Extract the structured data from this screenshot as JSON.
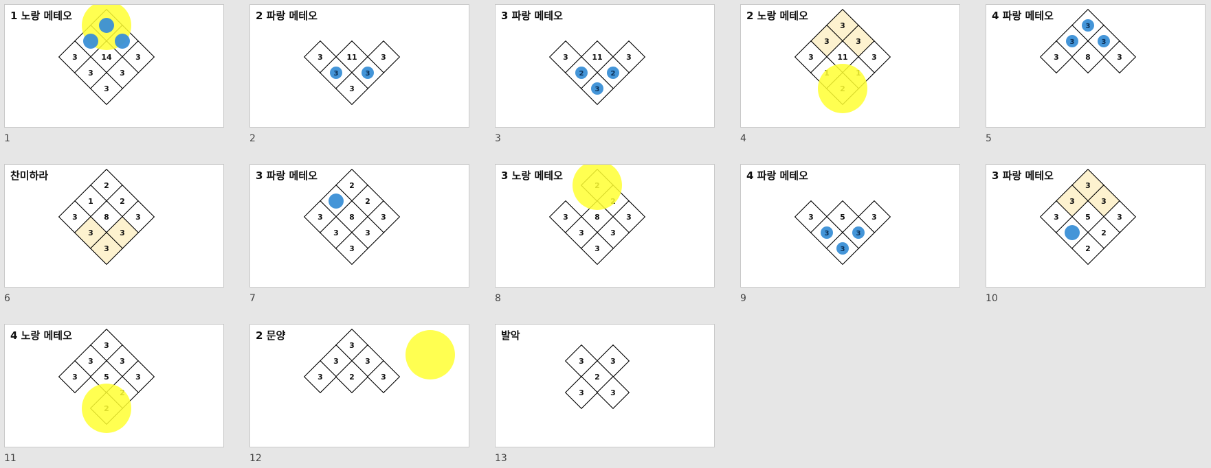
{
  "colors": {
    "background": "#e6e6e6",
    "slide": "#ffffff",
    "cell_highlight": "#fdf2cf",
    "yellow_meteor": "#ffff33",
    "blue_meteor": "#3a8fd6"
  },
  "slides": [
    {
      "number": "1",
      "title": "1 노랑 메테오",
      "cells": [
        {
          "id": "t",
          "value": ""
        },
        {
          "id": "ul",
          "value": ""
        },
        {
          "id": "ur",
          "value": ""
        },
        {
          "id": "l",
          "value": "3"
        },
        {
          "id": "c",
          "value": "14"
        },
        {
          "id": "r",
          "value": "3"
        },
        {
          "id": "dl",
          "value": "3"
        },
        {
          "id": "dr",
          "value": "3"
        },
        {
          "id": "b",
          "value": "3"
        }
      ],
      "meteors": [
        {
          "type": "yellow",
          "at": "t"
        },
        {
          "type": "blue",
          "at": "t"
        },
        {
          "type": "blue",
          "at": "ul"
        },
        {
          "type": "blue",
          "at": "ur"
        }
      ]
    },
    {
      "number": "2",
      "title": "2 파랑 메테오",
      "cells": [
        {
          "id": "l",
          "value": "3"
        },
        {
          "id": "c",
          "value": "11"
        },
        {
          "id": "r",
          "value": "3"
        },
        {
          "id": "dl",
          "value": "3"
        },
        {
          "id": "dr",
          "value": "3"
        },
        {
          "id": "b",
          "value": "3"
        }
      ],
      "meteors": [
        {
          "type": "blue",
          "at": "dl",
          "label": "3"
        },
        {
          "type": "blue",
          "at": "dr",
          "label": "3"
        }
      ]
    },
    {
      "number": "3",
      "title": "3 파랑 메테오",
      "cells": [
        {
          "id": "l",
          "value": "3"
        },
        {
          "id": "c",
          "value": "11"
        },
        {
          "id": "r",
          "value": "3"
        },
        {
          "id": "dl",
          "value": "2"
        },
        {
          "id": "dr",
          "value": "2"
        },
        {
          "id": "b",
          "value": "3"
        }
      ],
      "meteors": [
        {
          "type": "blue",
          "at": "dl",
          "label": "2"
        },
        {
          "type": "blue",
          "at": "dr",
          "label": "2"
        },
        {
          "type": "blue",
          "at": "b",
          "label": "3"
        }
      ]
    },
    {
      "number": "4",
      "title": "2 노랑 메테오",
      "cells": [
        {
          "id": "t",
          "value": "3",
          "highlight": true
        },
        {
          "id": "ul",
          "value": "3",
          "highlight": true
        },
        {
          "id": "ur",
          "value": "3",
          "highlight": true
        },
        {
          "id": "l",
          "value": "3"
        },
        {
          "id": "c",
          "value": "11"
        },
        {
          "id": "r",
          "value": "3"
        },
        {
          "id": "dl",
          "value": "1"
        },
        {
          "id": "dr",
          "value": "1"
        },
        {
          "id": "b",
          "value": "2"
        }
      ],
      "meteors": [
        {
          "type": "yellow",
          "at": "b"
        }
      ]
    },
    {
      "number": "5",
      "title": "4 파랑 메테오",
      "cells": [
        {
          "id": "t",
          "value": "3"
        },
        {
          "id": "ul",
          "value": "3"
        },
        {
          "id": "ur",
          "value": "3"
        },
        {
          "id": "l",
          "value": "3"
        },
        {
          "id": "c",
          "value": "8"
        },
        {
          "id": "r",
          "value": "3"
        }
      ],
      "meteors": [
        {
          "type": "blue",
          "at": "t",
          "label": "3"
        },
        {
          "type": "blue",
          "at": "ul",
          "label": "3"
        },
        {
          "type": "blue",
          "at": "ur",
          "label": "3"
        }
      ]
    },
    {
      "number": "6",
      "title": "찬미하라",
      "cells": [
        {
          "id": "t",
          "value": "2"
        },
        {
          "id": "ul",
          "value": "1"
        },
        {
          "id": "ur",
          "value": "2"
        },
        {
          "id": "l",
          "value": "3"
        },
        {
          "id": "c",
          "value": "8"
        },
        {
          "id": "r",
          "value": "3"
        },
        {
          "id": "dl",
          "value": "3",
          "highlight": true
        },
        {
          "id": "dr",
          "value": "3",
          "highlight": true
        },
        {
          "id": "b",
          "value": "3",
          "highlight": true
        }
      ],
      "meteors": []
    },
    {
      "number": "7",
      "title": "3 파랑 메테오",
      "cells": [
        {
          "id": "t",
          "value": "2"
        },
        {
          "id": "ul",
          "value": ""
        },
        {
          "id": "ur",
          "value": "2"
        },
        {
          "id": "l",
          "value": "3"
        },
        {
          "id": "c",
          "value": "8"
        },
        {
          "id": "r",
          "value": "3"
        },
        {
          "id": "dl",
          "value": "3"
        },
        {
          "id": "dr",
          "value": "3"
        },
        {
          "id": "b",
          "value": "3"
        }
      ],
      "meteors": [
        {
          "type": "blue",
          "at": "ul"
        }
      ]
    },
    {
      "number": "8",
      "title": "3 노랑 메테오",
      "cells": [
        {
          "id": "t",
          "value": "2"
        },
        {
          "id": "ur",
          "value": "2"
        },
        {
          "id": "l",
          "value": "3"
        },
        {
          "id": "c",
          "value": "8"
        },
        {
          "id": "r",
          "value": "3"
        },
        {
          "id": "dl",
          "value": "3"
        },
        {
          "id": "dr",
          "value": "3"
        },
        {
          "id": "b",
          "value": "3"
        }
      ],
      "meteors": [
        {
          "type": "yellow",
          "at": "t"
        }
      ]
    },
    {
      "number": "9",
      "title": "4 파랑 메테오",
      "cells": [
        {
          "id": "l",
          "value": "3"
        },
        {
          "id": "c",
          "value": "5"
        },
        {
          "id": "r",
          "value": "3"
        },
        {
          "id": "dl",
          "value": "3"
        },
        {
          "id": "dr",
          "value": "3"
        },
        {
          "id": "b",
          "value": "3"
        }
      ],
      "meteors": [
        {
          "type": "blue",
          "at": "dl",
          "label": "3"
        },
        {
          "type": "blue",
          "at": "dr",
          "label": "3"
        },
        {
          "type": "blue",
          "at": "b",
          "label": "3"
        }
      ]
    },
    {
      "number": "10",
      "title": "3 파랑 메테오",
      "cells": [
        {
          "id": "t",
          "value": "3",
          "highlight": true
        },
        {
          "id": "ul",
          "value": "3",
          "highlight": true
        },
        {
          "id": "ur",
          "value": "3",
          "highlight": true
        },
        {
          "id": "l",
          "value": "3"
        },
        {
          "id": "c",
          "value": "5"
        },
        {
          "id": "r",
          "value": "3"
        },
        {
          "id": "dl",
          "value": ""
        },
        {
          "id": "dr",
          "value": "2"
        },
        {
          "id": "b",
          "value": "2"
        }
      ],
      "meteors": [
        {
          "type": "blue",
          "at": "dl"
        }
      ]
    },
    {
      "number": "11",
      "title": "4 노랑 메테오",
      "cells": [
        {
          "id": "t",
          "value": "3"
        },
        {
          "id": "ul",
          "value": "3"
        },
        {
          "id": "ur",
          "value": "3"
        },
        {
          "id": "l",
          "value": "3"
        },
        {
          "id": "c",
          "value": "5"
        },
        {
          "id": "r",
          "value": "3"
        },
        {
          "id": "dr",
          "value": "2"
        },
        {
          "id": "b",
          "value": "2"
        }
      ],
      "meteors": [
        {
          "type": "yellow",
          "at": "b"
        }
      ]
    },
    {
      "number": "12",
      "title": "2 문양",
      "cells": [
        {
          "id": "t",
          "value": "3"
        },
        {
          "id": "ul",
          "value": "3"
        },
        {
          "id": "ur",
          "value": "3"
        },
        {
          "id": "l",
          "value": "3"
        },
        {
          "id": "c",
          "value": "2"
        },
        {
          "id": "r",
          "value": "3"
        }
      ],
      "meteors": [
        {
          "type": "yellow",
          "at": "corner"
        }
      ]
    },
    {
      "number": "13",
      "title": "발악",
      "cells": [
        {
          "id": "ul",
          "value": "3"
        },
        {
          "id": "ur",
          "value": "3"
        },
        {
          "id": "c",
          "value": "2"
        },
        {
          "id": "dl",
          "value": "3"
        },
        {
          "id": "dr",
          "value": "3"
        }
      ],
      "meteors": []
    }
  ]
}
